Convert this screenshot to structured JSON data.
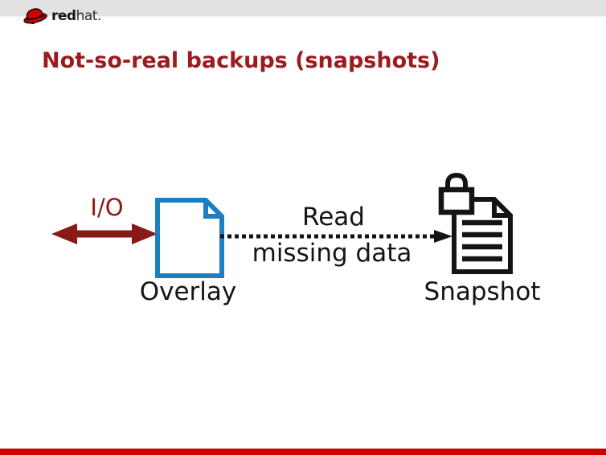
{
  "header": {
    "logo": {
      "brand_bold": "red",
      "brand_light": "hat."
    }
  },
  "slide": {
    "title": "Not-so-real backups (snapshots)"
  },
  "diagram": {
    "io_label": "I/O",
    "overlay_label": "Overlay",
    "read_line1": "Read",
    "read_line2": "missing data",
    "snapshot_label": "Snapshot",
    "icons": {
      "io": "double-arrow-icon",
      "overlay": "blue-document-icon",
      "read": "dotted-arrow-icon",
      "snapshot": "locked-document-icon",
      "logo": "red-fedora-hat-icon"
    }
  },
  "colors": {
    "title": "#9c1b1e",
    "dark_red_arrow": "#8a1a17",
    "overlay_blue": "#1e7ec2",
    "diagram_black": "#141414",
    "top_bar_gray": "#e2e2e2",
    "footer_red": "#cc0000"
  }
}
